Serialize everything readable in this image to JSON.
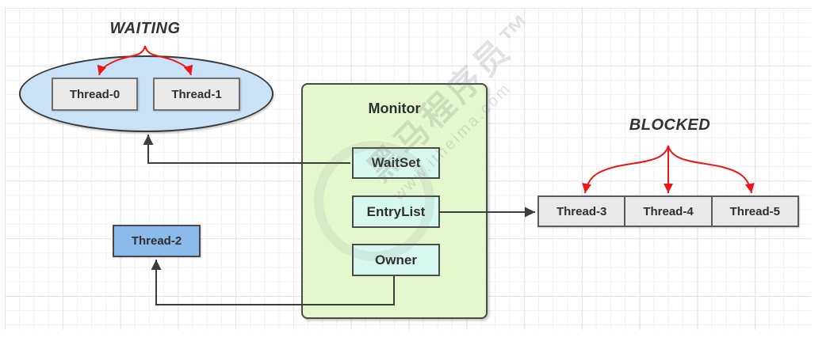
{
  "titles": {
    "waiting": "WAITING",
    "blocked": "BLOCKED"
  },
  "waiting_group": {
    "threads": [
      "Thread-0",
      "Thread-1"
    ]
  },
  "monitor": {
    "title": "Monitor",
    "slots": [
      "WaitSet",
      "EntryList",
      "Owner"
    ]
  },
  "blocked_group": {
    "threads": [
      "Thread-3",
      "Thread-4",
      "Thread-5"
    ]
  },
  "owner_thread": "Thread-2",
  "watermark": {
    "line1": "黑马程序员™",
    "line2": "www.itheima.com"
  },
  "colors": {
    "ellipse_fill": "#c9e2f8",
    "monitor_fill": "#e4f8ce",
    "slot_fill": "#d7f8ee",
    "thread_gray_fill": "#e9e9e9",
    "owner_thread_fill": "#8abaeb",
    "red_arrow": "#f01616",
    "black_arrow": "#3d3d3d"
  }
}
